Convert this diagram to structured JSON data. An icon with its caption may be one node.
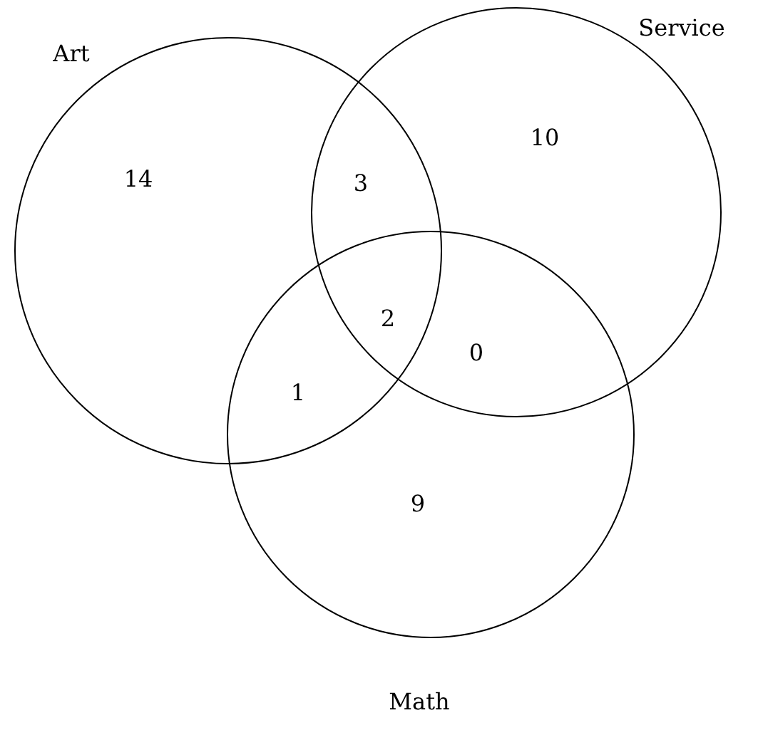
{
  "diagram": {
    "nodes": [
      {
        "text": [
          "Art"
        ]
      },
      {
        "text": [
          "Service"
        ]
      },
      {
        "text": [
          "Math"
        ]
      }
    ],
    "labels": [
      "14",
      "3",
      "10",
      "2",
      "0",
      "1",
      "9"
    ]
  }
}
